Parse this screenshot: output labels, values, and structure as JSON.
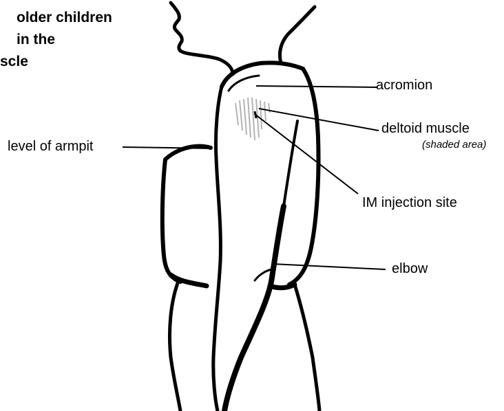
{
  "title": {
    "line1": "older children",
    "line2": "in the",
    "line3": "scle"
  },
  "labels": {
    "acromion": "acromion",
    "deltoid": "deltoid muscle",
    "deltoid_note": "(shaded area)",
    "armpit": "level of armpit",
    "injection": "IM injection site",
    "elbow": "elbow"
  },
  "colors": {
    "outline": "#000000",
    "shading": "#b3b3b3"
  }
}
